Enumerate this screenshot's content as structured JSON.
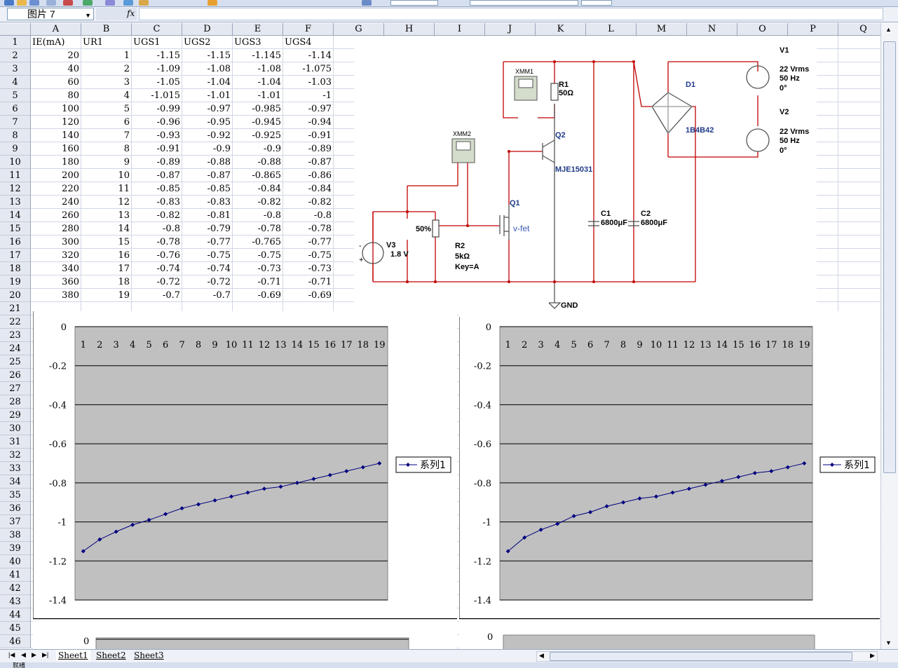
{
  "formula_bar": {
    "name_box": "图片 7",
    "fx_label": "fx",
    "formula": ""
  },
  "columns": [
    "A",
    "B",
    "C",
    "D",
    "E",
    "F",
    "G",
    "H",
    "I",
    "J",
    "K",
    "L",
    "M",
    "N",
    "O",
    "P",
    "Q"
  ],
  "rows": [
    "1",
    "2",
    "3",
    "4",
    "5",
    "6",
    "7",
    "8",
    "9",
    "10",
    "11",
    "12",
    "13",
    "14",
    "15",
    "16",
    "17",
    "18",
    "19",
    "20",
    "21",
    "22",
    "23",
    "24",
    "25",
    "26",
    "27",
    "28",
    "29",
    "30",
    "31",
    "32",
    "33",
    "34",
    "35",
    "36",
    "37",
    "38",
    "39",
    "40",
    "41",
    "42",
    "43",
    "44",
    "45",
    "46"
  ],
  "table": {
    "headers": [
      "IE(mA)",
      "UR1",
      "UGS1",
      "UGS2",
      "UGS3",
      "UGS4"
    ],
    "rows": [
      [
        "20",
        "1",
        "-1.15",
        "-1.15",
        "-1.145",
        "-1.14"
      ],
      [
        "40",
        "2",
        "-1.09",
        "-1.08",
        "-1.08",
        "-1.075"
      ],
      [
        "60",
        "3",
        "-1.05",
        "-1.04",
        "-1.04",
        "-1.03"
      ],
      [
        "80",
        "4",
        "-1.015",
        "-1.01",
        "-1.01",
        "-1"
      ],
      [
        "100",
        "5",
        "-0.99",
        "-0.97",
        "-0.985",
        "-0.97"
      ],
      [
        "120",
        "6",
        "-0.96",
        "-0.95",
        "-0.945",
        "-0.94"
      ],
      [
        "140",
        "7",
        "-0.93",
        "-0.92",
        "-0.925",
        "-0.91"
      ],
      [
        "160",
        "8",
        "-0.91",
        "-0.9",
        "-0.9",
        "-0.89"
      ],
      [
        "180",
        "9",
        "-0.89",
        "-0.88",
        "-0.88",
        "-0.87"
      ],
      [
        "200",
        "10",
        "-0.87",
        "-0.87",
        "-0.865",
        "-0.86"
      ],
      [
        "220",
        "11",
        "-0.85",
        "-0.85",
        "-0.84",
        "-0.84"
      ],
      [
        "240",
        "12",
        "-0.83",
        "-0.83",
        "-0.82",
        "-0.82"
      ],
      [
        "260",
        "13",
        "-0.82",
        "-0.81",
        "-0.8",
        "-0.8"
      ],
      [
        "280",
        "14",
        "-0.8",
        "-0.79",
        "-0.78",
        "-0.78"
      ],
      [
        "300",
        "15",
        "-0.78",
        "-0.77",
        "-0.765",
        "-0.77"
      ],
      [
        "320",
        "16",
        "-0.76",
        "-0.75",
        "-0.75",
        "-0.75"
      ],
      [
        "340",
        "17",
        "-0.74",
        "-0.74",
        "-0.73",
        "-0.73"
      ],
      [
        "360",
        "18",
        "-0.72",
        "-0.72",
        "-0.71",
        "-0.71"
      ],
      [
        "380",
        "19",
        "-0.7",
        "-0.7",
        "-0.69",
        "-0.69"
      ]
    ]
  },
  "circuit": {
    "xmm1": "XMM1",
    "xmm2": "XMM2",
    "r1_name": "R1",
    "r1_value": "50Ω",
    "q2_name": "Q2",
    "q2_model": "MJE15031",
    "q1_name": "Q1",
    "q1_model": "v-fet",
    "c1_name": "C1",
    "c1_value": "6800μF",
    "c2_name": "C2",
    "c2_value": "6800μF",
    "d1_name": "D1",
    "d1_model": "1B4B42",
    "v1_name": "V1",
    "v1_rms": "22 Vrms",
    "v1_freq": "50 Hz",
    "v1_phase": "0°",
    "v2_name": "V2",
    "v2_rms": "22 Vrms",
    "v2_freq": "50 Hz",
    "v2_phase": "0°",
    "v3_name": "V3",
    "v3_value": "1.8 V",
    "r2_name": "R2",
    "r2_value": "5kΩ",
    "r2_key": "Key=A",
    "pot_percent": "50%",
    "gnd": "GND",
    "minus": "-",
    "plus": "+"
  },
  "chart_data": [
    {
      "type": "line",
      "x": [
        1,
        2,
        3,
        4,
        5,
        6,
        7,
        8,
        9,
        10,
        11,
        12,
        13,
        14,
        15,
        16,
        17,
        18,
        19
      ],
      "series": [
        {
          "name": "系列1",
          "values": [
            -1.15,
            -1.09,
            -1.05,
            -1.015,
            -0.99,
            -0.96,
            -0.93,
            -0.91,
            -0.89,
            -0.87,
            -0.85,
            -0.83,
            -0.82,
            -0.8,
            -0.78,
            -0.76,
            -0.74,
            -0.72,
            -0.7
          ]
        }
      ],
      "ylim": [
        -1.4,
        0
      ],
      "yticks": [
        "0",
        "-0.2",
        "-0.4",
        "-0.6",
        "-0.8",
        "-1",
        "-1.2",
        "-1.4"
      ],
      "xticks": [
        "1",
        "2",
        "3",
        "4",
        "5",
        "6",
        "7",
        "8",
        "9",
        "10",
        "11",
        "12",
        "13",
        "14",
        "15",
        "16",
        "17",
        "18",
        "19"
      ],
      "legend": "right",
      "grid": true,
      "colors": {
        "plot_bg": "#c0c0c0",
        "line": "#000080"
      }
    },
    {
      "type": "line",
      "x": [
        1,
        2,
        3,
        4,
        5,
        6,
        7,
        8,
        9,
        10,
        11,
        12,
        13,
        14,
        15,
        16,
        17,
        18,
        19
      ],
      "series": [
        {
          "name": "系列1",
          "values": [
            -1.15,
            -1.08,
            -1.04,
            -1.01,
            -0.97,
            -0.95,
            -0.92,
            -0.9,
            -0.88,
            -0.87,
            -0.85,
            -0.83,
            -0.81,
            -0.79,
            -0.77,
            -0.75,
            -0.74,
            -0.72,
            -0.7
          ]
        }
      ],
      "ylim": [
        -1.4,
        0
      ],
      "yticks": [
        "0",
        "-0.2",
        "-0.4",
        "-0.6",
        "-0.8",
        "-1",
        "-1.2",
        "-1.4"
      ],
      "xticks": [
        "1",
        "2",
        "3",
        "4",
        "5",
        "6",
        "7",
        "8",
        "9",
        "10",
        "11",
        "12",
        "13",
        "14",
        "15",
        "16",
        "17",
        "18",
        "19"
      ],
      "legend": "right",
      "grid": true,
      "colors": {
        "plot_bg": "#c0c0c0",
        "line": "#000080"
      }
    }
  ],
  "partial_charts": {
    "left_tick": "0",
    "right_tick": "0"
  },
  "sheet_tabs": [
    "Sheet1",
    "Sheet2",
    "Sheet3"
  ],
  "nav_icons": [
    "first-sheet-icon",
    "prev-sheet-icon",
    "next-sheet-icon",
    "last-sheet-icon"
  ],
  "status": {
    "text": "就绪"
  }
}
